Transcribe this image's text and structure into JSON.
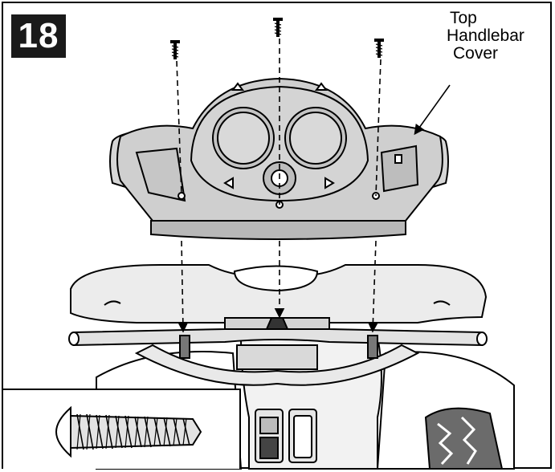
{
  "step": {
    "number": "18"
  },
  "callout": {
    "line1": "Top",
    "line2": "Handlebar",
    "line3": "Cover"
  },
  "icons": {
    "screw": "screw-icon",
    "handlebar_cover": "handlebar-cover-icon",
    "handlebar": "handlebar-icon"
  },
  "colors": {
    "line": "#000000",
    "fill_light": "#d9d9d9",
    "fill_mid": "#c8c8c8",
    "background": "#ffffff"
  }
}
